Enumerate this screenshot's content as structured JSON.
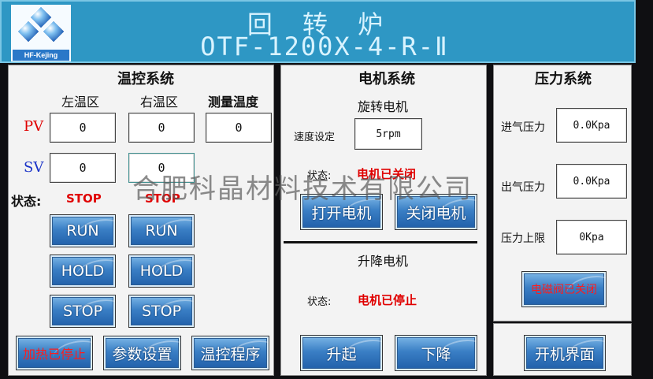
{
  "header": {
    "title_cn": "回 转 炉",
    "model": "OTF-1200X-4-R-Ⅱ",
    "logo_text": "HF-Kejing",
    "logo_color": "#2a78c8"
  },
  "temp": {
    "title": "温控系统",
    "col_left": "左温区",
    "col_right": "右温区",
    "col_measure": "测量温度",
    "pv_label": "PV",
    "sv_label": "SV",
    "pv_left": "0",
    "pv_right": "0",
    "pv_measure": "0",
    "sv_left": "0",
    "sv_right": "0",
    "status_label": "状态:",
    "status_left": "STOP",
    "status_right": "STOP",
    "run": "RUN",
    "hold": "HOLD",
    "stop": "STOP",
    "heat_btn": "加热已停止",
    "param_btn": "参数设置",
    "program_btn": "温控程序"
  },
  "motor": {
    "title": "电机系统",
    "rot_title": "旋转电机",
    "speed_label": "速度设定",
    "speed_value": "5rpm",
    "status_label": "状态:",
    "rot_status": "电机已关闭",
    "open_btn": "打开电机",
    "close_btn": "关闭电机",
    "lift_title": "升降电机",
    "lift_status": "电机已停止",
    "up_btn": "升起",
    "down_btn": "下降"
  },
  "pressure": {
    "title": "压力系统",
    "inlet_label": "进气压力",
    "inlet_value": "0.0Kpa",
    "outlet_label": "出气压力",
    "outlet_value": "0.0Kpa",
    "limit_label": "压力上限",
    "limit_value": "0Kpa",
    "valve_btn": "电磁阀已关闭",
    "power_btn": "开机界面"
  },
  "watermark": "合肥科晶材料技术有限公司",
  "colors": {
    "header_bg": "#2e97c4",
    "pv_color": "#e00000",
    "sv_color": "#1a33c8",
    "status_red": "#e00000"
  }
}
